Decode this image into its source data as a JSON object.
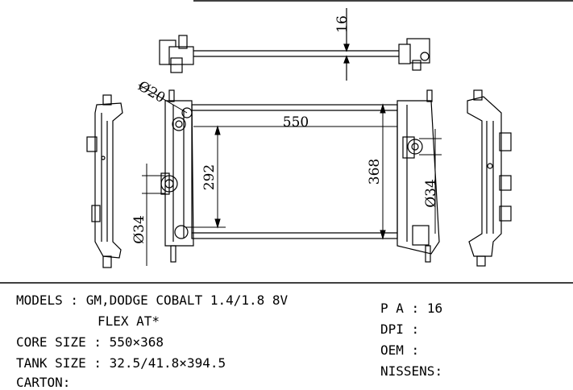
{
  "drawing": {
    "dimensions": {
      "top_offset": "16",
      "inlet_diameter": "Ø20",
      "core_width": "550",
      "core_height": "368",
      "inlet_to_outlet": "292",
      "left_pipe_diameter": "Ø34",
      "right_pipe_diameter": "Ø34"
    }
  },
  "specs": {
    "models_label": "MODELS",
    "models_value": "GM,DODGE COBALT 1.4/1.8 8V",
    "models_value_cont": "FLEX AT*",
    "core_size_label": "CORE SIZE",
    "core_size_value": "550×368",
    "tank_size_label": "TANK SIZE",
    "tank_size_value": "32.5/41.8×394.5",
    "carton_label": "CARTON",
    "pa_label": "P A",
    "pa_value": "16",
    "dpi_label": "DPI",
    "dpi_value": "",
    "oem_label": "OEM",
    "oem_value": "",
    "nissens_label": "NISSENS",
    "nissens_value": ""
  }
}
